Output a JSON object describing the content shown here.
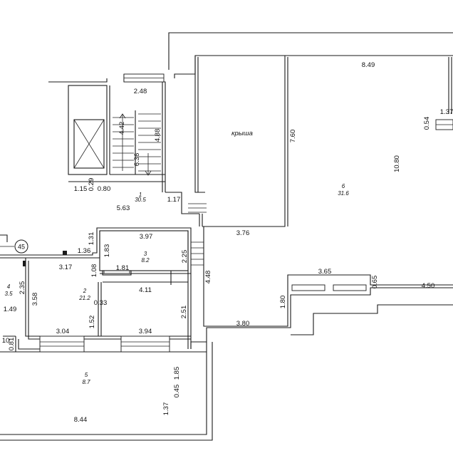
{
  "plan": {
    "axis_marker": "45",
    "roof_label": "крыша",
    "rooms": [
      {
        "id": "r1",
        "number": "1",
        "area": "30.5"
      },
      {
        "id": "r2",
        "number": "2",
        "area": "21.2"
      },
      {
        "id": "r3",
        "number": "3",
        "area": "8.2"
      },
      {
        "id": "r4",
        "number": "4",
        "area": "3.5"
      },
      {
        "id": "r5",
        "number": "5",
        "area": "8.7"
      },
      {
        "id": "r6",
        "number": "6",
        "area": "31.6"
      }
    ],
    "dimensions": {
      "d_8_49": "8.49",
      "d_2_48": "2.48",
      "d_7_60": "7.60",
      "d_10_80": "10.80",
      "d_1_37a": "1.37",
      "d_0_54": "0.54",
      "d_4_42": "4.42",
      "d_4_88": "4.88",
      "d_6_36": "6.36",
      "d_1_15": "1.15",
      "d_0_29": "0.29",
      "d_0_80": "0.80",
      "d_5_63": "5.63",
      "d_1_17": "1.17",
      "d_3_76": "3.76",
      "d_1_31": "1.31",
      "d_3_97": "3.97",
      "d_1_36": "1.36",
      "d_1_83": "1.83",
      "d_2_25": "2.25",
      "d_3_17": "3.17",
      "d_1_08": "1.08",
      "d_1_81": "1.81",
      "d_4_48": "4.48",
      "d_3_65": "3.65",
      "d_4_11": "4.11",
      "d_2_35": "2.35",
      "d_3_58": "3.58",
      "d_0_33": "0.33",
      "d_1_80": "1.80",
      "d_0_65": "0.65",
      "d_4_50": "4.50",
      "d_1_49": "1.49",
      "d_2_51": "2.51",
      "d_1_52": "1.52",
      "d_3_80": "3.80",
      "d_0_81": "0.81",
      "d_3_04": "3.04",
      "d_3_94": "3.94",
      "d_10": "10",
      "d_1_85": "1.85",
      "d_0_45": "0.45",
      "d_1_37b": "1.37",
      "d_8_44": "8.44"
    }
  }
}
